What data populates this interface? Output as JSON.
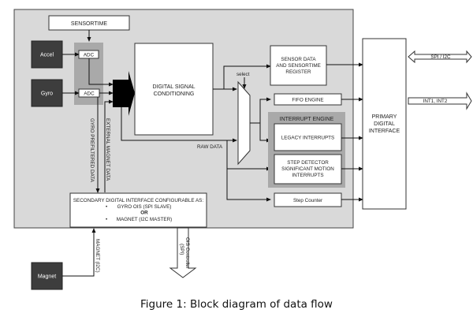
{
  "diagram": {
    "caption": "Figure 1: Block diagram of data flow",
    "blocks": {
      "sensortime": "SENSORTIME",
      "accel": "Accel",
      "gyro": "Gyro",
      "magnet": "Magnet",
      "adc_accel": "ADC",
      "adc_gyro": "ADC",
      "dsc_line1": "DIGITAL SIGNAL",
      "dsc_line2": "CONDITIONING",
      "sensor_data_line1": "SENSOR DATA",
      "sensor_data_line2": "AND SENSORTIME",
      "sensor_data_line3": "REGISTER",
      "fifo": "FIFO ENGINE",
      "interrupt_engine": "INTERRUPT ENGINE",
      "legacy": "LEGACY INTERRUPTS",
      "step_det_line1": "STEP DETECTOR",
      "step_det_line2": "SIGNIFICANT MOTION",
      "step_det_line3": "INTERRUPTS",
      "step_counter": "Step Counter",
      "primary_line1": "PRIMARY",
      "primary_line2": "DIGITAL",
      "primary_line3": "INTERFACE",
      "secondary_line1": "SECONDARY DIGITAL INTERFACE CONFIGURABLE AS:",
      "secondary_opt1": "GYRO OIS (SPI SLAVE)",
      "secondary_or": "OR",
      "secondary_opt2": "MAGNET (I2C MASTER)",
      "bullet": "•"
    },
    "labels": {
      "select": "select",
      "raw_data": "RAW DATA",
      "gyro_prefiltered": "GYRO PREFILTERED DATA",
      "external_magnet": "EXTERNAL MAGNET DATA",
      "magnet_i2c": "MAGNET (I2C)",
      "ois_line1": "OIS Controller",
      "ois_line2": "(SPI)",
      "spi_i2c": "SPI / I2C",
      "int": "INT1, INT2"
    }
  }
}
